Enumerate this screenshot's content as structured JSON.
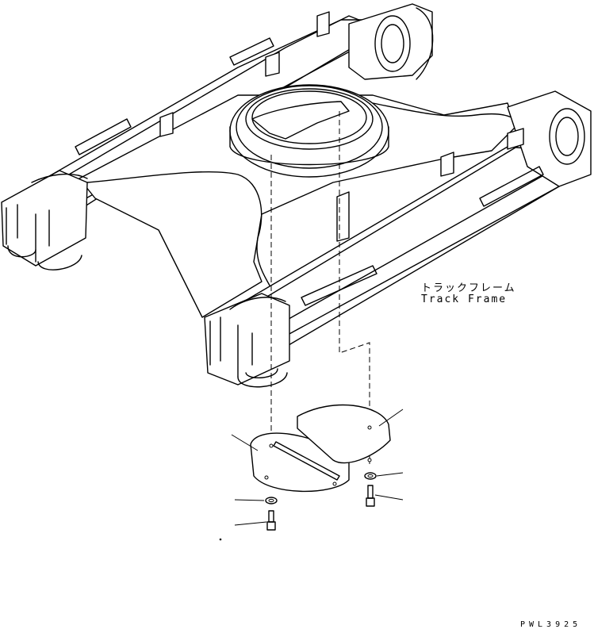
{
  "labels": {
    "part_name_jp": "トラックフレーム",
    "part_name_en": "Track Frame",
    "drawing_code": "PWL3925"
  },
  "colors": {
    "line": "#000000",
    "background": "#ffffff"
  }
}
